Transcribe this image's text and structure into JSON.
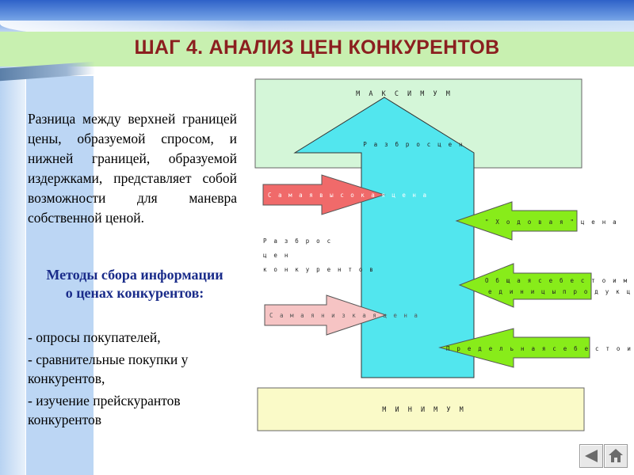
{
  "title": "ШАГ 4. АНАЛИЗ ЦЕН КОНКУРЕНТОВ",
  "paragraph": "Разница между верхней границей цены, образуемой спросом, и нижней границей, образуемой издержками, представляет собой возможности для маневра собственной ценой.",
  "methods": {
    "title": "Методы сбора информации о ценах конкурентов:",
    "items": [
      "- опросы покупателей,",
      "- сравнительные покупки у конкурентов,",
      "- изучение прейскурантов конкурентов"
    ]
  },
  "diagram": {
    "max_label": "М А К С И М У М",
    "min_label": "М И Н И М У М",
    "spread_label": "Р а з б р о с   ц е н",
    "competitor_spread": [
      "Р а з б р о с",
      "ц е н",
      "к о н к у р е н т о в"
    ],
    "left_arrows": [
      {
        "label": "С а м а я  в ы с о к а я  ц е н а",
        "color": "#f06a6a"
      },
      {
        "label": "С а м а я  н и з к а я  ц е н а",
        "color": "#f6c4c4"
      }
    ],
    "right_arrows": [
      {
        "label": "\" Х о д о в а я \"  ц е н а"
      },
      {
        "label_line1": "О б щ а я  с е б е с т о и м о с т ь",
        "label_line2": "е д и н и ц ы  п р о д у к ц и и"
      },
      {
        "label": "П р е д е л ь н а я  с е б е с т о и м о с т ь"
      }
    ],
    "colors": {
      "top_box": "#d4f6d8",
      "bottom_box": "#fafac8",
      "main_arrow": "#52e6ee",
      "green_arrow": "#88ec1a"
    }
  },
  "nav": {
    "prev_icon": "triangle-left-icon",
    "home_icon": "home-icon"
  }
}
